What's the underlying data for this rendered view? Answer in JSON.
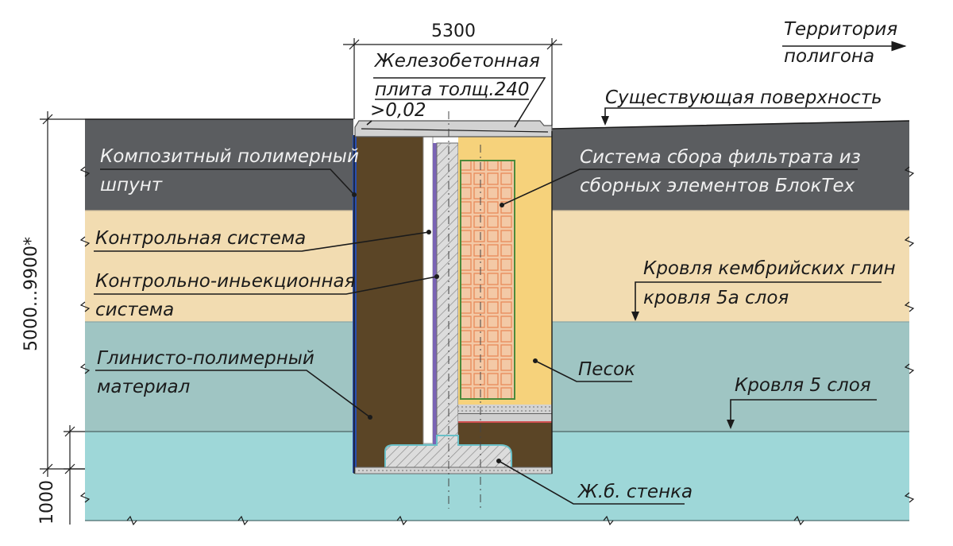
{
  "dimensions": {
    "width_label": "5300",
    "depth_label": "5000...9900*",
    "bottom_label": "1000"
  },
  "labels": {
    "territory_line1": "Территория",
    "territory_line2": "полигона",
    "slab_line1": "Железобетонная",
    "slab_line2": "плита толщ.240",
    "slope": ">0,02",
    "existing_surface": "Существующая поверхность",
    "sheet_pile_line1": "Композитный полимерный",
    "sheet_pile_line2": "шпунт",
    "filtrate_line1": "Система сбора фильтрата из",
    "filtrate_line2": "сборных элементов БлокТех",
    "control_system": "Контрольная система",
    "injection_line1": "Контрольно-иньекционная",
    "injection_line2": "система",
    "cambrian_line1": "Кровля кембрийских глин",
    "cambrian_line2": "кровля 5а слоя",
    "clay_polymer_line1": "Глинисто-полимерный",
    "clay_polymer_line2": "материал",
    "sand": "Песок",
    "layer5": "Кровля 5 слоя",
    "rc_wall": "Ж.б. стенка"
  },
  "colors": {
    "top_soil": "#5b5d60",
    "cambrian_clay": "#f2dcb1",
    "layer_5a": "#9fc5c3",
    "layer_5": "#9ed7d8",
    "clay_polymer": "#5b4526",
    "sand": "#f6d27b",
    "concrete": "#d9d9d9",
    "sheet_pile": "#2a4fb0",
    "blocks": "#f3c9a6",
    "block_grid": "#e98a5a"
  }
}
